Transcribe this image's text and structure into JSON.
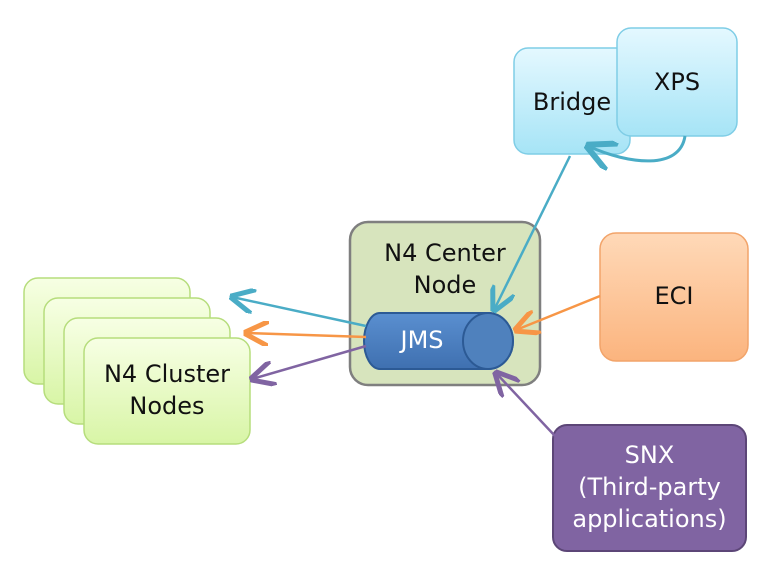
{
  "diagram": {
    "nodes": {
      "bridge": {
        "label": "Bridge"
      },
      "xps": {
        "label": "XPS"
      },
      "center": {
        "label": "N4 Center\nNode"
      },
      "jms": {
        "label": "JMS"
      },
      "eci": {
        "label": "ECI"
      },
      "cluster": {
        "label": "N4 Cluster\nNodes"
      },
      "snx": {
        "label": "SNX\n(Third-party\napplications)"
      }
    },
    "colors": {
      "teal_arrow": "#4AACC6",
      "orange_arrow": "#F79646",
      "purple_arrow": "#8064A2",
      "jms_blue": "#4F81BD"
    }
  }
}
